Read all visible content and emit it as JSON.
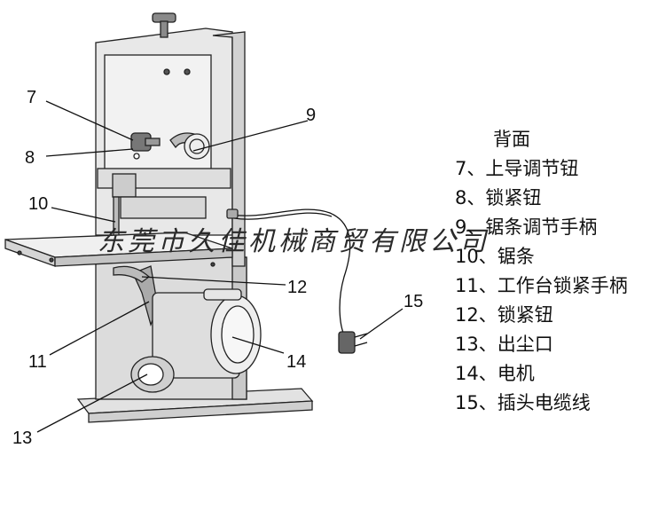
{
  "watermark": "东莞市久佳机械商贸有限公司",
  "callouts": [
    "7",
    "8",
    "9",
    "10",
    "11",
    "12",
    "13",
    "14",
    "15"
  ],
  "legend": {
    "title": "背面",
    "items": [
      "7、上导调节钮",
      "8、锁紧钮",
      "9、锯条调节手柄",
      "10、锯条",
      "11、工作台锁紧手柄",
      "12、锁紧钮",
      "13、出尘口",
      "14、电机",
      "15、插头电缆线"
    ]
  }
}
